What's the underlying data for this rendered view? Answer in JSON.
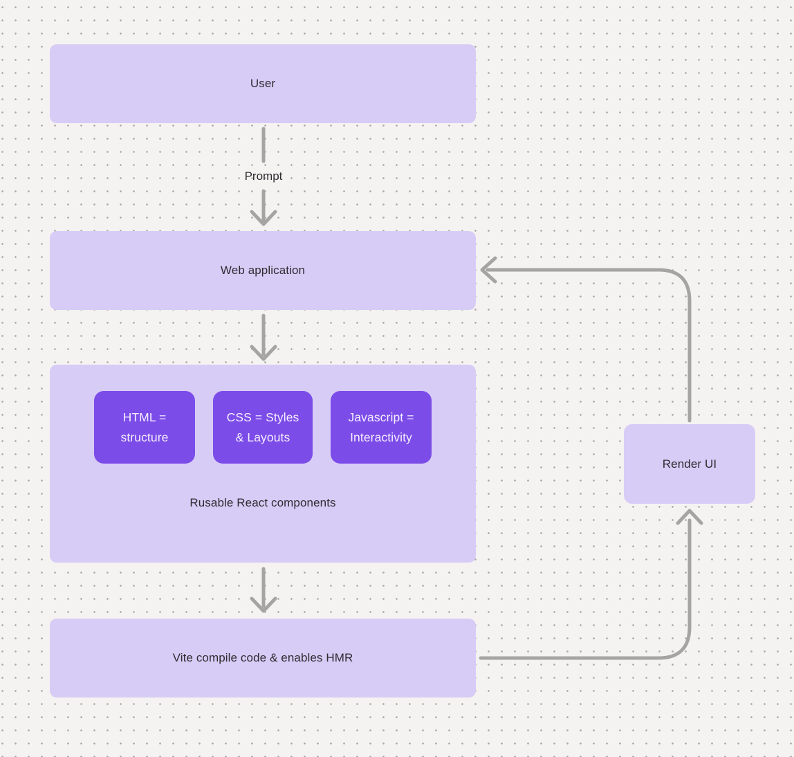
{
  "diagram": {
    "nodes": {
      "user": {
        "label": "User"
      },
      "web_application": {
        "label": "Web application"
      },
      "components": {
        "caption": "Rusable React components",
        "items": [
          {
            "label": "HTML = structure"
          },
          {
            "label": "CSS = Styles & Layouts"
          },
          {
            "label": "Javascript = Interactivity"
          }
        ]
      },
      "vite": {
        "label": "Vite compile code & enables HMR"
      },
      "render_ui": {
        "label": "Render UI"
      }
    },
    "edge_labels": {
      "prompt": "Prompt"
    },
    "colors": {
      "canvas_background": "#f4f3f1",
      "grid_dot": "#aaa7a4",
      "node_fill": "#d7ccf6",
      "accent_fill": "#7c4ce8",
      "accent_text": "#f4eefe",
      "arrow": "#a6a4a2",
      "text": "#2e2c31"
    }
  }
}
